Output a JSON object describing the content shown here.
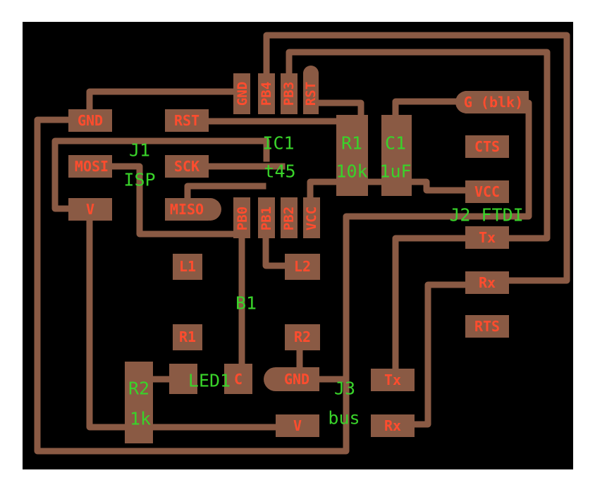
{
  "colors": {
    "background": "#000000",
    "copper": "#8a5a44",
    "pad_text": "#ff4c2e",
    "component_text": "#39d32a"
  },
  "pads": {
    "gnd_j1": "GND",
    "rst_j1": "RST",
    "mosi": "MOSI",
    "sck": "SCK",
    "v_j1": "V",
    "miso": "MISO",
    "gnd_ic": "GND",
    "pb4": "PB4",
    "pb3": "PB3",
    "rst_ic": "RST",
    "pb0": "PB0",
    "pb1": "PB1",
    "pb2": "PB2",
    "vcc_ic": "VCC",
    "g_blk": "G (blk)",
    "cts": "CTS",
    "vcc_ftdi": "VCC",
    "tx_ftdi": "Tx",
    "rx_ftdi": "Rx",
    "rts": "RTS",
    "l1": "L1",
    "l2": "L2",
    "r1_lower": "R1",
    "r2_upper": "R2",
    "c_led": "C",
    "gnd_bus": "GND",
    "tx_bus": "Tx",
    "v_bus": "V",
    "rx_bus": "Rx"
  },
  "components": {
    "j1": "J1",
    "isp": "ISP",
    "ic1": "IC1",
    "t45": "t45",
    "r1": "R1",
    "r1_value": "10k",
    "c1": "C1",
    "c1_value": "1uF",
    "j2_ftdi": "J2 FTDI",
    "b1": "B1",
    "r2": "R2",
    "r2_value": "1k",
    "led1": "LED1",
    "j3": "J3",
    "bus": "bus"
  }
}
